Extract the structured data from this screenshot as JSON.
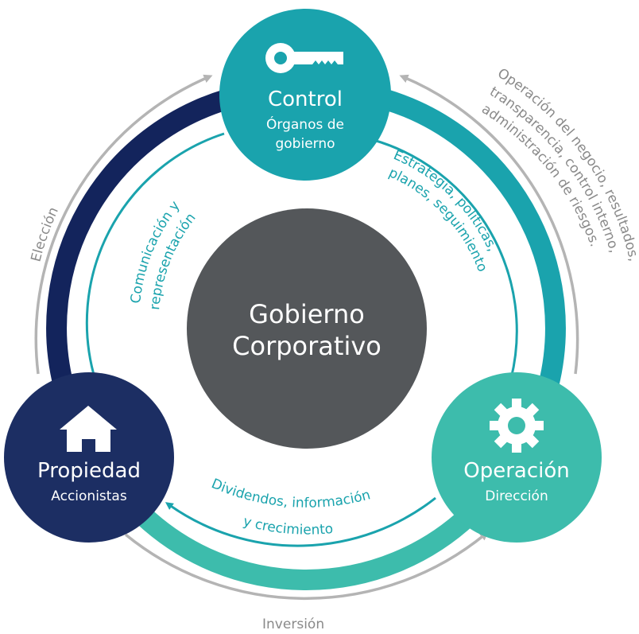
{
  "center": {
    "line1": "Gobierno",
    "line2": "Corporativo"
  },
  "nodes": {
    "control": {
      "title": "Control",
      "subtitle_line1": "Órganos de",
      "subtitle_line2": "gobierno",
      "icon": "key-icon",
      "color": "#1aa3ad"
    },
    "propiedad": {
      "title": "Propiedad",
      "subtitle": "Accionistas",
      "icon": "house-icon",
      "color": "#1c2e63"
    },
    "operacion": {
      "title": "Operación",
      "subtitle": "Dirección",
      "icon": "gear-icon",
      "color": "#3dbcac"
    }
  },
  "inner_flows": {
    "communication": {
      "line1": "Comunicación y",
      "line2": "representación"
    },
    "strategy": {
      "line1": "Estrategia, políticas,",
      "line2": "planes, seguimiento"
    },
    "dividends": {
      "line1": "Dividendos, información",
      "line2": "y crecimiento"
    }
  },
  "outer_flows": {
    "election": "Elección",
    "investment": "Inversión",
    "operation": {
      "line1": "Operación del negocio, resultados,",
      "line2": "transparencia, control interno,",
      "line3": "administración de riesgos."
    }
  },
  "colors": {
    "center": "#54575a",
    "navy_ring": "#13245c",
    "teal_ring": "#1aa3ad",
    "mint_ring": "#3dbcac",
    "flow_text": "#1aa3ad",
    "outer_arrow": "#b4b4b4",
    "outer_text": "#8a8a8a"
  }
}
